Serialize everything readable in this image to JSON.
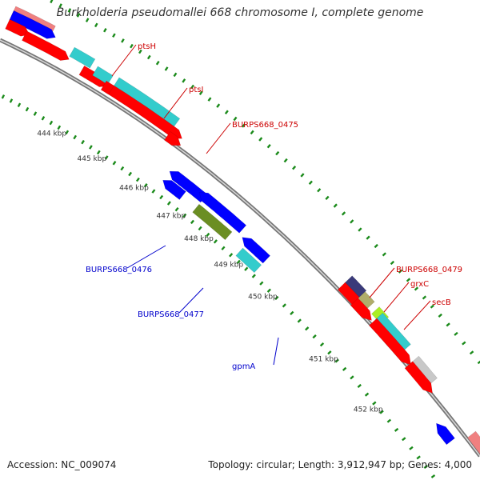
{
  "title": "Burkholderia pseudomallei 668 chromosome I, complete genome",
  "footer": {
    "accession": "Accession: NC_009074",
    "stats": "Topology: circular; Length: 3,912,947 bp; Genes: 4,000"
  },
  "colors": {
    "forward_cds": "#ff0000",
    "reverse_cds": "#0000ff",
    "gene_teal": "#33cccc",
    "gene_olive": "#6b8e23",
    "gene_navy": "#3a3a7a",
    "gene_khaki": "#b0ad6a",
    "gene_lime": "#aaee22",
    "gene_gray": "#c8c8c8",
    "gene_pink": "#f08080",
    "backbone": "#888888",
    "ticks": "#1a8a1a",
    "label_forward": "#cc0000",
    "label_reverse": "#0000cc"
  },
  "kbp_ticks": [
    "444 kbp",
    "445 kbp",
    "446 kbp",
    "447 kbp",
    "448 kbp",
    "449 kbp",
    "450 kbp",
    "451 kbp",
    "452 kbp"
  ],
  "gene_labels": [
    {
      "name": "ptsH",
      "strand": "forward"
    },
    {
      "name": "ptsI",
      "strand": "forward"
    },
    {
      "name": "BURPS668_0475",
      "strand": "forward"
    },
    {
      "name": "BURPS668_0476",
      "strand": "reverse"
    },
    {
      "name": "BURPS668_0477",
      "strand": "reverse"
    },
    {
      "name": "gpmA",
      "strand": "reverse"
    },
    {
      "name": "BURPS668_0479",
      "strand": "forward"
    },
    {
      "name": "grxC",
      "strand": "forward"
    },
    {
      "name": "secB",
      "strand": "forward"
    }
  ]
}
